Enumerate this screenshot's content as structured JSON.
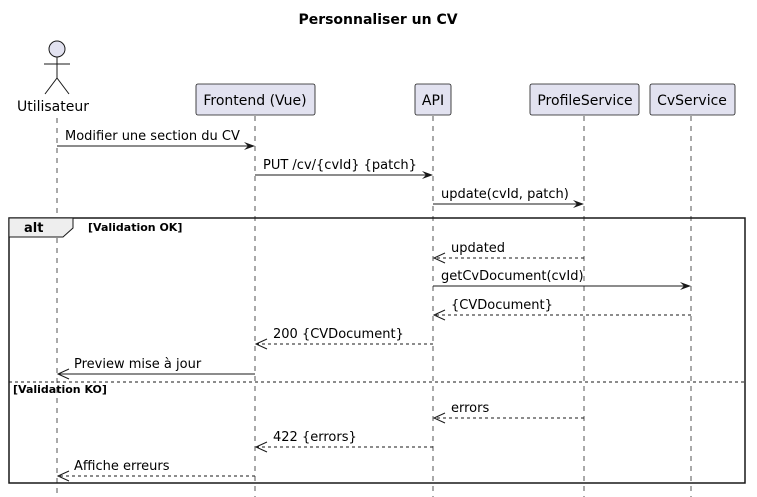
{
  "diagram": {
    "title": "Personnaliser un CV",
    "participants": [
      {
        "id": "user",
        "label": "Utilisateur",
        "kind": "actor"
      },
      {
        "id": "frontend",
        "label": "Frontend (Vue)",
        "kind": "participant"
      },
      {
        "id": "api",
        "label": "API",
        "kind": "participant"
      },
      {
        "id": "profile",
        "label": "ProfileService",
        "kind": "participant"
      },
      {
        "id": "cv",
        "label": "CvService",
        "kind": "participant"
      }
    ],
    "messages": [
      {
        "label": "Modifier une section du CV",
        "from": "user",
        "to": "frontend",
        "style": "solid"
      },
      {
        "label": "PUT /cv/{cvId} {patch}",
        "from": "frontend",
        "to": "api",
        "style": "solid"
      },
      {
        "label": "update(cvId, patch)",
        "from": "api",
        "to": "profile",
        "style": "solid"
      },
      {
        "label": "updated",
        "from": "profile",
        "to": "api",
        "style": "dashed"
      },
      {
        "label": "getCvDocument(cvId)",
        "from": "api",
        "to": "cv",
        "style": "solid"
      },
      {
        "label": "{CVDocument}",
        "from": "cv",
        "to": "api",
        "style": "dashed"
      },
      {
        "label": "200 {CVDocument}",
        "from": "api",
        "to": "frontend",
        "style": "dashed"
      },
      {
        "label": "Preview mise à jour",
        "from": "frontend",
        "to": "user",
        "style": "solid"
      },
      {
        "label": "errors",
        "from": "profile",
        "to": "api",
        "style": "dashed"
      },
      {
        "label": "422 {errors}",
        "from": "api",
        "to": "frontend",
        "style": "dashed"
      },
      {
        "label": "Affiche erreurs",
        "from": "frontend",
        "to": "user",
        "style": "dashed"
      }
    ],
    "alt": {
      "tag": "alt",
      "guard_ok": "[Validation OK]",
      "guard_ko": "[Validation KO]"
    }
  }
}
